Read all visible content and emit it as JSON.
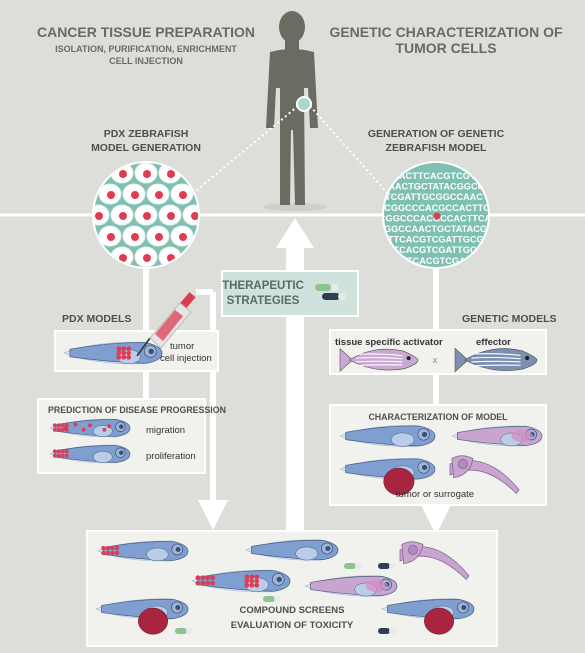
{
  "top_left": {
    "title": "CANCER TISSUE PREPARATION",
    "sub1": "ISOLATION, PURIFICATION, ENRICHMENT",
    "sub2": "CELL INJECTION"
  },
  "top_right": {
    "title1": "GENETIC CHARACTERIZATION OF",
    "title2": "TUMOR CELLS"
  },
  "pdx_generation": {
    "line1": "PDX ZEBRAFISH",
    "line2": "MODEL GENERATION"
  },
  "genetic_generation": {
    "line1": "GENERATION OF GENETIC",
    "line2": "ZEBRAFISH MODEL"
  },
  "dna_lines": [
    "CCACTTCACGTCGTAT",
    "GCAACTGCTATACGGCCAC",
    "CACGTCGATTGCGGCCAACTGCTA",
    "TATACGGCCCACGCCACTTCACG",
    "ATACGGCCCACGCCACTTCACGT",
    "TGCGGCCAACTGCTATACGGCC",
    "CACTTCACGTCGATTGCGGCC",
    "ACTTCACGTCGATTGCGGC",
    "GTTTCACGTCGATTG"
  ],
  "therapeutic": {
    "line1": "THERAPEUTIC",
    "line2": "STRATEGIES"
  },
  "pdx_models": {
    "title": "PDX MODELS",
    "label1": "tumor",
    "label2": "cell injection"
  },
  "prediction": {
    "title": "PREDICTION OF DISEASE PROGRESSION",
    "migration": "migration",
    "proliferation": "proliferation"
  },
  "genetic_models": {
    "title": "GENETIC MODELS",
    "activator": "tissue specific activator",
    "cross": "x",
    "effector": "effector"
  },
  "characterization": {
    "title": "CHARACTERIZATION OF MODEL",
    "caption": "tumor or surrogate"
  },
  "screens": {
    "line1": "COMPOUND SCREENS",
    "line2": "EVALUATION OF TOXICITY"
  },
  "colors": {
    "background": "#ddded9",
    "panel": "#f1f1ed",
    "teal": "#7ec0b2",
    "box_teal": "#cfe3dc",
    "fish_blue": "#7e9fcf",
    "fish_pink": "#c7a5cf",
    "tumor_red": "#dd3c52",
    "human": "#6b6b62"
  }
}
